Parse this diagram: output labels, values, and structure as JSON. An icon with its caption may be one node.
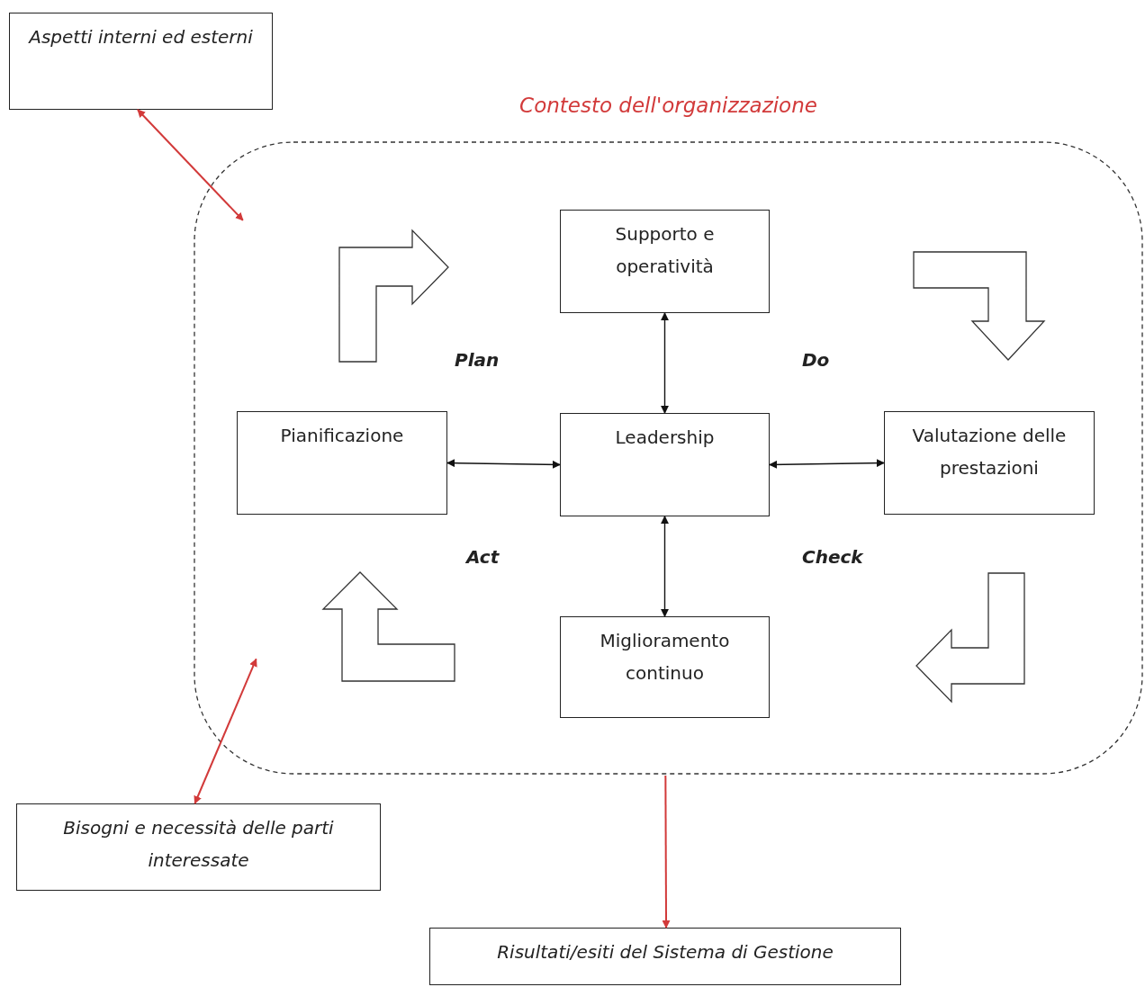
{
  "diagram": {
    "nodes": [
      {
        "text": [
          "Aspetti interni ed esterni"
        ]
      },
      {
        "text": [
          "Contesto dell'organizzazione"
        ]
      },
      {
        "text": [
          "Supporto e operatività"
        ],
        "in": 1
      },
      {
        "text": [
          "Pianificazione"
        ],
        "in": 1
      },
      {
        "text": [
          "Leadership"
        ],
        "in": 1
      },
      {
        "text": [
          "Valutazione delle prestazioni"
        ],
        "in": 1
      },
      {
        "text": [
          "Miglioramento continuo"
        ],
        "in": 1
      },
      {
        "text": [
          "Bisogni e necessità delle parti interessate"
        ]
      },
      {
        "text": [
          "Risultati/esiti del Sistema di Gestione"
        ]
      }
    ],
    "edges": [
      {
        "from": 0,
        "to": 1,
        "arrow": "both",
        "color": "#d23a3a"
      },
      {
        "from": 7,
        "to": 1,
        "arrow": "both",
        "color": "#d23a3a"
      },
      {
        "from": 1,
        "to": 8,
        "arrow": "to",
        "color": "#d23a3a"
      },
      {
        "from": 4,
        "to": 2,
        "arrow": "both"
      },
      {
        "from": 4,
        "to": 3,
        "arrow": "both"
      },
      {
        "from": 4,
        "to": 5,
        "arrow": "both"
      },
      {
        "from": 4,
        "to": 6,
        "arrow": "both"
      }
    ],
    "labels": [
      "Plan",
      "Do",
      "Act",
      "Check"
    ]
  }
}
